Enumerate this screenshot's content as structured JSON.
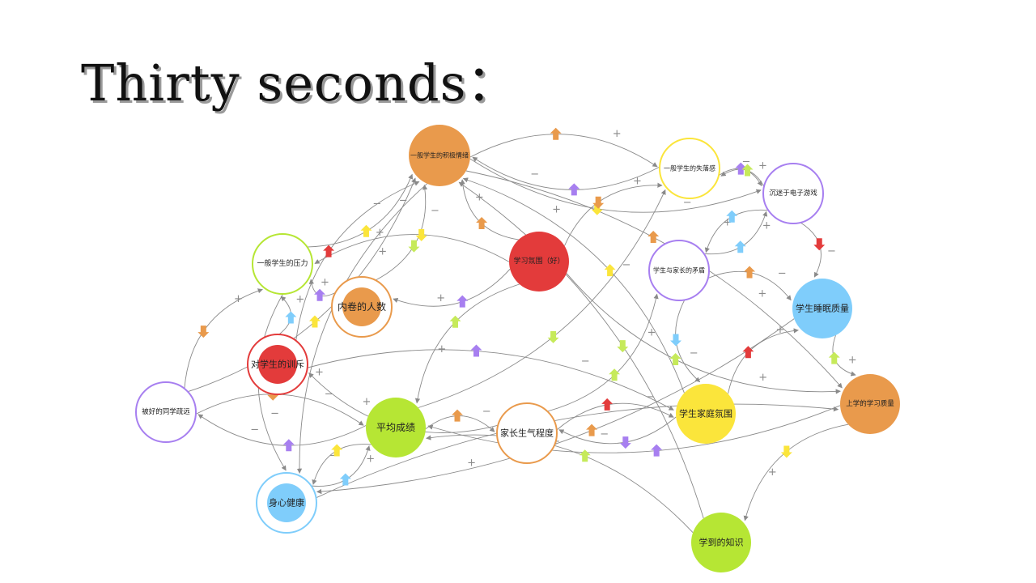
{
  "slide": {
    "title": "Thirty seconds："
  },
  "colors": {
    "orange": "#e99a4c",
    "yellow": "#fbe53b",
    "red": "#e33b3b",
    "green": "#b6e634",
    "blue": "#7fcdfb",
    "purple": "#a77ff0",
    "lime": "#c6ea5a",
    "edge": "#8a8a8a"
  },
  "nodes": [
    {
      "id": "positive-emotion",
      "label": "一般学生的积极情绪",
      "style": "filled",
      "color": "orange"
    },
    {
      "id": "loss-feeling",
      "label": "一般学生的失落感",
      "style": "ring",
      "color": "yellow"
    },
    {
      "id": "gaming",
      "label": "沉迷于电子游戏",
      "style": "ring",
      "color": "purple"
    },
    {
      "id": "pressure",
      "label": "一般学生的压力",
      "style": "ring",
      "color": "green"
    },
    {
      "id": "atmosphere",
      "label": "学习氛围（好）",
      "style": "filled",
      "color": "red"
    },
    {
      "id": "conflict",
      "label": "学生与家长的矛盾",
      "style": "ring",
      "color": "purple"
    },
    {
      "id": "involution",
      "label": "内卷的人数",
      "style": "double",
      "color": "orange"
    },
    {
      "id": "sleep",
      "label": "学生睡眠质量",
      "style": "filled",
      "color": "blue"
    },
    {
      "id": "scolding",
      "label": "对学生的训斥",
      "style": "double",
      "color": "red"
    },
    {
      "id": "alienated",
      "label": "被好的同学疏远",
      "style": "ring",
      "color": "purple"
    },
    {
      "id": "grades",
      "label": "平均成绩",
      "style": "filled",
      "color": "green"
    },
    {
      "id": "parent-anger",
      "label": "家长生气程度",
      "style": "ring",
      "color": "orange"
    },
    {
      "id": "family",
      "label": "学生家庭氛围",
      "style": "filled",
      "color": "yellow"
    },
    {
      "id": "study-quality",
      "label": "上学的学习质量",
      "style": "filled",
      "color": "orange"
    },
    {
      "id": "health",
      "label": "身心健康",
      "style": "double",
      "color": "blue"
    },
    {
      "id": "knowledge",
      "label": "学到的知识",
      "style": "filled",
      "color": "green"
    }
  ],
  "edges": [
    {
      "from": "positive-emotion",
      "to": "loss-feeling",
      "sign": "+"
    },
    {
      "from": "positive-emotion",
      "to": "gaming",
      "sign": "−"
    },
    {
      "from": "loss-feeling",
      "to": "gaming",
      "sign": "+"
    },
    {
      "from": "gaming",
      "to": "loss-feeling",
      "sign": "−"
    },
    {
      "from": "gaming",
      "to": "sleep",
      "sign": "−"
    },
    {
      "from": "gaming",
      "to": "conflict",
      "sign": "+"
    },
    {
      "from": "atmosphere",
      "to": "positive-emotion",
      "sign": "+"
    },
    {
      "from": "atmosphere",
      "to": "pressure",
      "sign": "+"
    },
    {
      "from": "atmosphere",
      "to": "involution",
      "sign": "+"
    },
    {
      "from": "atmosphere",
      "to": "grades",
      "sign": "+"
    },
    {
      "from": "atmosphere",
      "to": "loss-feeling",
      "sign": "+"
    },
    {
      "from": "pressure",
      "to": "positive-emotion",
      "sign": "−"
    },
    {
      "from": "involution",
      "to": "pressure",
      "sign": "+"
    },
    {
      "from": "involution",
      "to": "positive-emotion",
      "sign": "−"
    },
    {
      "from": "scolding",
      "to": "positive-emotion",
      "sign": "−"
    },
    {
      "from": "scolding",
      "to": "pressure",
      "sign": "+"
    },
    {
      "from": "alienated",
      "to": "pressure",
      "sign": "+"
    },
    {
      "from": "alienated",
      "to": "positive-emotion",
      "sign": "+"
    },
    {
      "from": "grades",
      "to": "alienated",
      "sign": "−"
    },
    {
      "from": "grades",
      "to": "loss-feeling",
      "sign": "−"
    },
    {
      "from": "grades",
      "to": "parent-anger",
      "sign": "−"
    },
    {
      "from": "grades",
      "to": "health",
      "sign": "−"
    },
    {
      "from": "parent-anger",
      "to": "scolding",
      "sign": "+"
    },
    {
      "from": "parent-anger",
      "to": "conflict",
      "sign": "+"
    },
    {
      "from": "parent-anger",
      "to": "family",
      "sign": "−"
    },
    {
      "from": "conflict",
      "to": "family",
      "sign": "−"
    },
    {
      "from": "conflict",
      "to": "sleep",
      "sign": "−"
    },
    {
      "from": "family",
      "to": "positive-emotion",
      "sign": "+"
    },
    {
      "from": "family",
      "to": "parent-anger",
      "sign": "−"
    },
    {
      "from": "sleep",
      "to": "study-quality",
      "sign": "+"
    },
    {
      "from": "sleep",
      "to": "health",
      "sign": "+"
    },
    {
      "from": "study-quality",
      "to": "knowledge",
      "sign": "+"
    },
    {
      "from": "study-quality",
      "to": "grades",
      "sign": "+"
    },
    {
      "from": "knowledge",
      "to": "grades",
      "sign": "+"
    },
    {
      "from": "health",
      "to": "study-quality",
      "sign": "+"
    },
    {
      "from": "health",
      "to": "grades",
      "sign": "+"
    },
    {
      "from": "positive-emotion",
      "to": "study-quality",
      "sign": "+"
    },
    {
      "from": "positive-emotion",
      "to": "health",
      "sign": "+"
    },
    {
      "from": "loss-feeling",
      "to": "positive-emotion",
      "sign": "−"
    },
    {
      "from": "atmosphere",
      "to": "study-quality",
      "sign": "+"
    },
    {
      "from": "alienated",
      "to": "grades",
      "sign": "−"
    },
    {
      "from": "pressure",
      "to": "health",
      "sign": "−"
    },
    {
      "from": "scolding",
      "to": "family",
      "sign": "−"
    },
    {
      "from": "knowledge",
      "to": "positive-emotion",
      "sign": "+"
    },
    {
      "from": "family",
      "to": "sleep",
      "sign": "+"
    },
    {
      "from": "conflict",
      "to": "gaming",
      "sign": "+"
    }
  ]
}
